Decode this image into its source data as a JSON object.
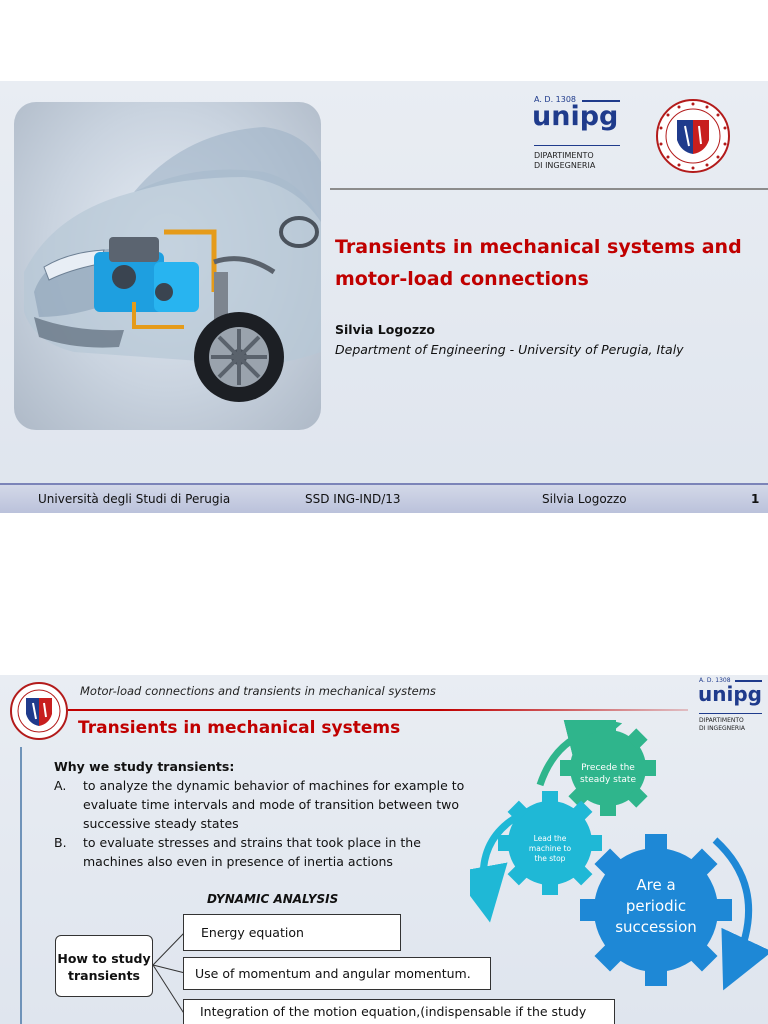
{
  "slide1": {
    "logo": {
      "year": "A. D. 1308",
      "name": "unipg",
      "dept_line1": "DIPARTIMENTO",
      "dept_line2": "DI INGEGNERIA"
    },
    "title_line1": "Transients in mechanical systems and",
    "title_line2": "motor-load connections",
    "author": "Silvia Logozzo",
    "department": "Department of Engineering - University of Perugia, Italy",
    "footer": {
      "university": "Università degli Studi di Perugia",
      "ssd": "SSD ING-IND/13",
      "author": "Silvia Logozzo",
      "page": "1"
    }
  },
  "slide2": {
    "topic": "Motor-load connections and transients in mechanical systems",
    "logo": {
      "year": "A. D. 1308",
      "name": "unipg",
      "dept_line1": "DIPARTIMENTO",
      "dept_line2": "DI INGEGNERIA"
    },
    "title": "Transients in mechanical systems",
    "why_heading": "Why we study transients:",
    "reasons": [
      {
        "letter": "A.",
        "line1": "to analyze the dynamic behavior of machines for example to",
        "line2": "evaluate time intervals and mode of transition between two",
        "line3": "successive steady states"
      },
      {
        "letter": "B.",
        "line1": "to evaluate stresses and strains that took place in the",
        "line2": "machines also even in presence of inertia actions"
      }
    ],
    "dynamic_analysis": "DYNAMIC ANALYSIS",
    "how_box_line1": "How to study",
    "how_box_line2": "transients",
    "methods": [
      "Energy equation",
      "Use of momentum and angular momentum.",
      "Integration of the motion equation,(indispensable if the study"
    ],
    "gears": {
      "top_line1": "Precede the",
      "top_line2": "steady state",
      "left_line1": "Lead the",
      "left_line2": "machine to",
      "left_line3": "the stop",
      "big_line1": "Are a",
      "big_line2": "periodic",
      "big_line3": "succession"
    },
    "colors": {
      "title_red": "#c00000",
      "gear_green": "#2fb58c",
      "gear_cyan": "#1fb8d6",
      "gear_blue": "#1e88d6",
      "logo_blue": "#1f3b8c"
    }
  }
}
